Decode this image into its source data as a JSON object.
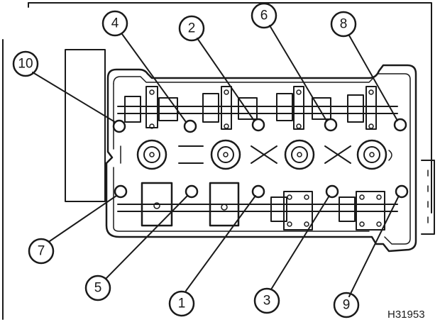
{
  "diagram": {
    "reference_code": "H31953",
    "callouts": [
      {
        "key": "c1",
        "label": "1"
      },
      {
        "key": "c2",
        "label": "2"
      },
      {
        "key": "c3",
        "label": "3"
      },
      {
        "key": "c4",
        "label": "4"
      },
      {
        "key": "c5",
        "label": "5"
      },
      {
        "key": "c6",
        "label": "6"
      },
      {
        "key": "c7",
        "label": "7"
      },
      {
        "key": "c8",
        "label": "8"
      },
      {
        "key": "c9",
        "label": "9"
      },
      {
        "key": "c10",
        "label": "10"
      }
    ]
  }
}
